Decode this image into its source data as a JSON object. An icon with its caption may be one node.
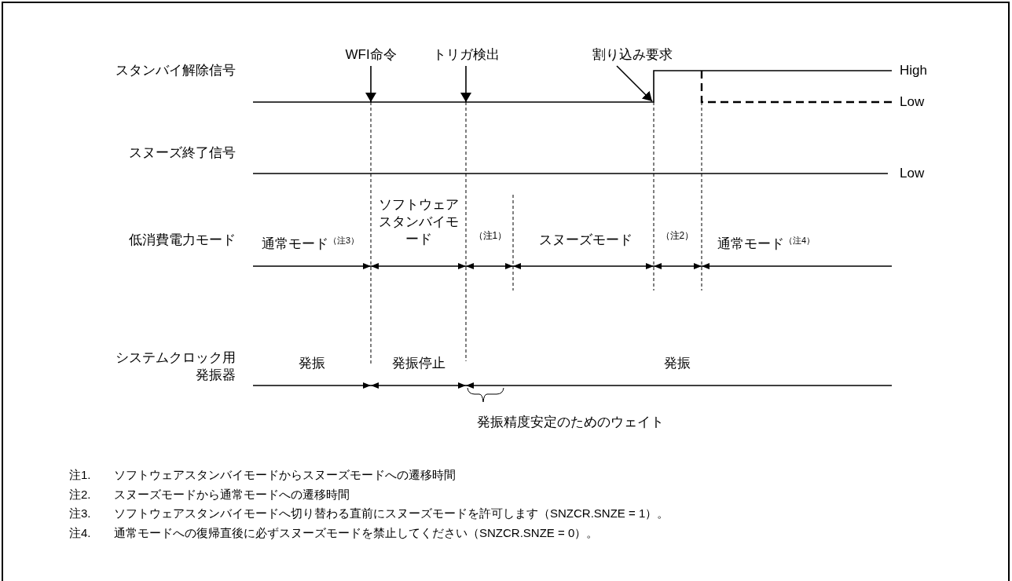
{
  "diagram": {
    "nodes": [
      {
        "text": [
          "WFI命令"
        ]
      },
      {
        "text": [
          "トリガ検出"
        ]
      },
      {
        "text": [
          "割り込み要求"
        ]
      }
    ],
    "edges": [
      {
        "from": 0,
        "to": null,
        "arrow": "to"
      },
      {
        "from": 1,
        "to": null,
        "arrow": "to"
      },
      {
        "from": 2,
        "to": null,
        "arrow": "to"
      }
    ],
    "labels": [
      "スタンバイ解除信号",
      "High",
      "Low",
      "スヌーズ終了信号",
      "Low",
      "ソフトウェアスタンバイモード",
      "低消費電力モード",
      "通常モード$^{（注3）}$",
      "（注1）",
      "スヌーズモード",
      "（注2）",
      "通常モード$^{（注4）}$",
      "システムクロック用発振器",
      "発振",
      "発振停止",
      "発振",
      "発振精度安定のためのウェイト",
      "注1.",
      "ソフトウェアスタンバイモードからスヌーズモードへの遷移時間",
      "注2.",
      "スヌーズモードから通常モードへの遷移時間",
      "注3.",
      "ソフトウェアスタンバイモードへ切り替わる直前にスヌーズモードを許可します（SNZCR.SNZE = 1）。",
      "注4.",
      "通常モードへの復帰直後に必ずスヌーズモードを禁止してください（SNZCR.SNZE = 0）。"
    ]
  }
}
